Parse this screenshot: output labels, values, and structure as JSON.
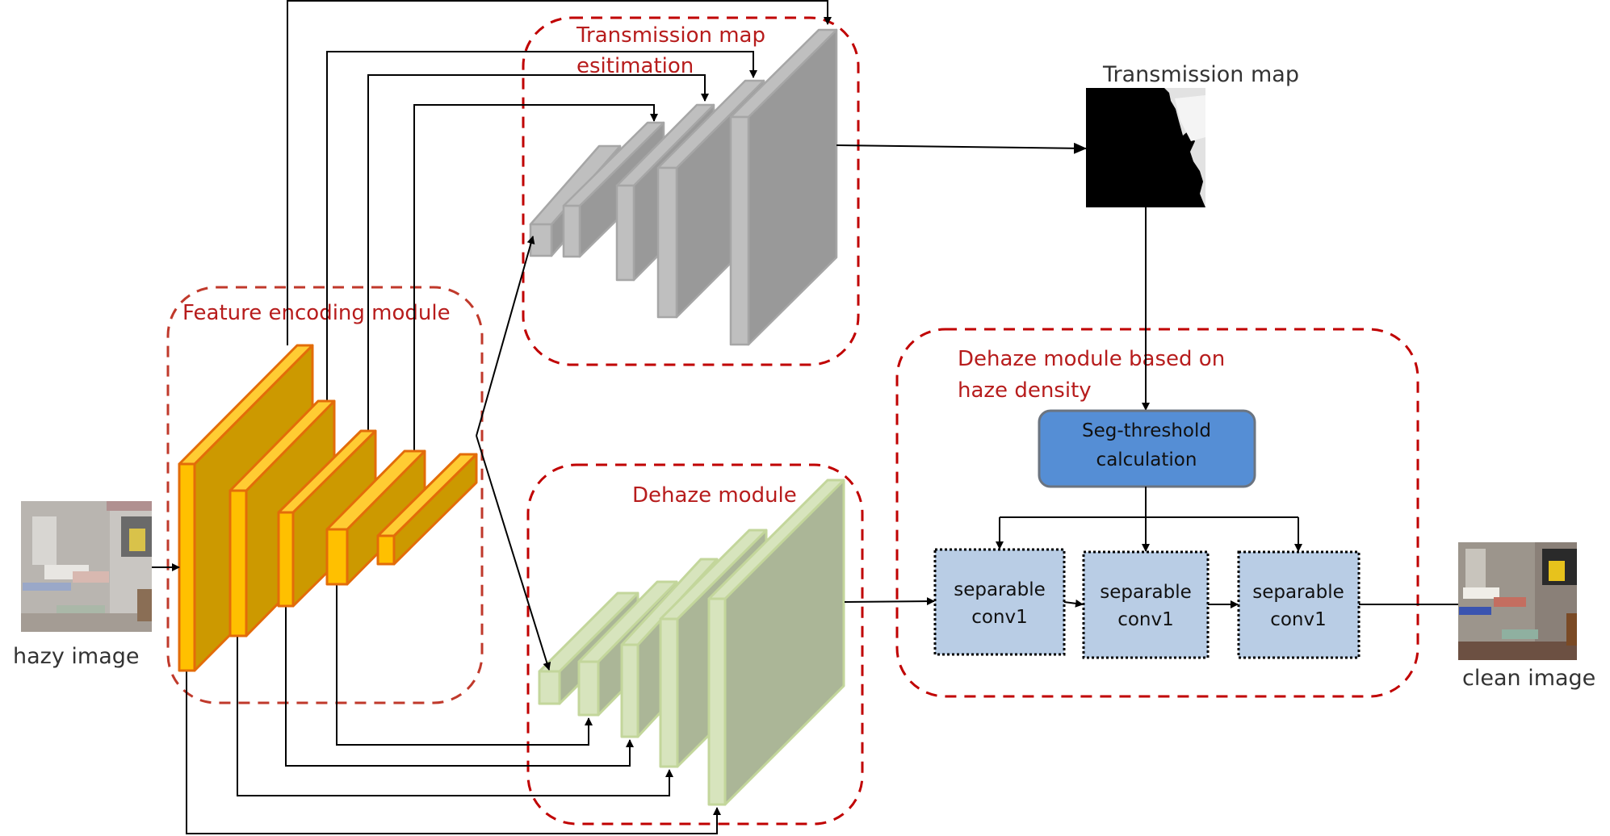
{
  "modules": {
    "feature_encoding": {
      "label": "Feature encoding module"
    },
    "transmission_estimation": {
      "label_line1": "Transmission map",
      "label_line2": "esitimation"
    },
    "dehaze": {
      "label": "Dehaze module"
    },
    "dehaze_density": {
      "label_line1": "Dehaze module based on",
      "label_line2": "haze density"
    }
  },
  "images": {
    "hazy": {
      "label": "hazy image"
    },
    "clean": {
      "label": "clean image"
    },
    "transmission_map": {
      "label": "Transmission map"
    }
  },
  "seg_threshold": {
    "line1": "Seg-threshold",
    "line2": "calculation"
  },
  "conv_blocks": [
    {
      "line1": "separable",
      "line2": "conv1"
    },
    {
      "line1": "separable",
      "line2": "conv1"
    },
    {
      "line1": "separable",
      "line2": "conv1"
    }
  ],
  "colors": {
    "encoder_front": "#ffc000",
    "encoder_side": "#cc9900",
    "encoder_top": "#ffcc33",
    "encoder_stroke": "#e36c09",
    "transmission_front": "#bfbfbf",
    "transmission_side": "#999999",
    "dehaze_front": "#d7e4bd",
    "dehaze_side": "#abb697",
    "dehaze_stroke": "#c3d69b",
    "seg_fill": "#558ed5",
    "conv_fill": "#b9cde5",
    "module_border": "#c00000"
  }
}
